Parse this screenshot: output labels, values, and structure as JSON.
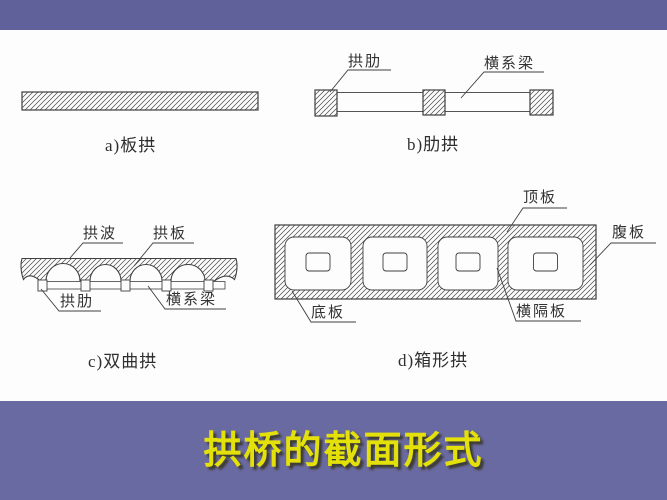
{
  "colors": {
    "top_band": "#60609A",
    "bottom_band": "#6A6AA2",
    "panel": "#fdfdfd",
    "title_text": "#E4E00A",
    "drawing_line": "#3f3f3f"
  },
  "title": {
    "text": "拱桥的截面形式"
  },
  "diagrams": {
    "a": {
      "caption": "a)板拱"
    },
    "b": {
      "caption": "b)肋拱",
      "labels": {
        "arch_rib": "拱肋",
        "transverse_beam": "横系梁"
      }
    },
    "c": {
      "caption": "c)双曲拱",
      "labels": {
        "arch_wave": "拱波",
        "arch_slab": "拱板",
        "arch_rib": "拱肋",
        "transverse_beam": "横系梁"
      }
    },
    "d": {
      "caption": "d)箱形拱",
      "labels": {
        "top_slab": "顶板",
        "web": "腹板",
        "bottom_slab": "底板",
        "diaphragm": "横隔板"
      }
    }
  }
}
